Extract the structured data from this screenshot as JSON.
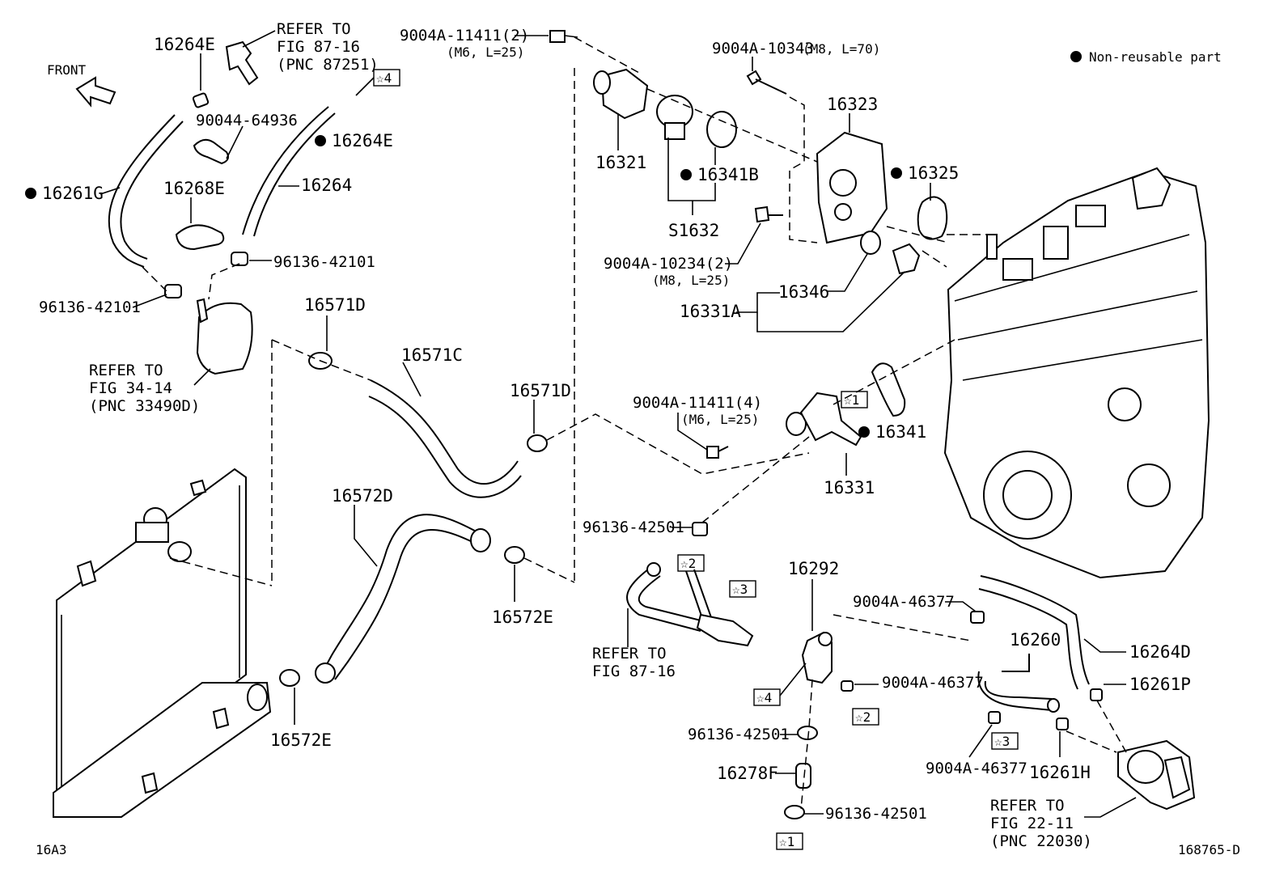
{
  "legend": {
    "bullet": "●",
    "text": "Non-reusable part"
  },
  "front_label": "FRONT",
  "diagram_code": "16A3",
  "figure_id": "168765-D",
  "labels": {
    "p16264E_top": "16264E",
    "refer_8716_top": [
      "REFER TO",
      "FIG 87-16",
      "(PNC 87251)"
    ],
    "p9004A_11411_2": "9004A-11411(2)",
    "p9004A_11411_2_spec": "(M6, L=25)",
    "p9004A_10343": "9004A-10343",
    "p9004A_10343_spec": "(M8, L=70)",
    "star4_top": "☆4",
    "p90044_64936": "90044-64936",
    "p16264E_2": "16264E",
    "p16261G": "16261G",
    "p16268E": "16268E",
    "p16264": "16264",
    "p96136_42101_a": "96136-42101",
    "p96136_42101_b": "96136-42101",
    "refer_3414": [
      "REFER TO",
      "FIG 34-14",
      "(PNC 33490D)"
    ],
    "p16321": "16321",
    "p16341B": "16341B",
    "pS1632": "S1632",
    "p16323": "16323",
    "p16325": "16325",
    "p9004A_10234_2": "9004A-10234(2)",
    "p9004A_10234_2_spec": "(M8, L=25)",
    "p16346": "16346",
    "p16331A": "16331A",
    "p16571D_a": "16571D",
    "p16571C": "16571C",
    "p16571D_b": "16571D",
    "p9004A_11411_4": "9004A-11411(4)",
    "p9004A_11411_4_spec": "(M6, L=25)",
    "star1_mid": "☆1",
    "p16341": "16341",
    "p16331": "16331",
    "p16572D": "16572D",
    "p96136_42501_a": "96136-42501",
    "star2_mid": "☆2",
    "star3_mid": "☆3",
    "p16572E_a": "16572E",
    "refer_8716_bottom": [
      "REFER TO",
      "FIG 87-16"
    ],
    "p16292": "16292",
    "p9004A_46377_a": "9004A-46377",
    "p16260": "16260",
    "p16264D": "16264D",
    "p9004A_46377_b": "9004A-46377",
    "p16261P": "16261P",
    "star4_bot": "☆4",
    "star2_bot": "☆2",
    "p96136_42501_b": "96136-42501",
    "star3_bot": "☆3",
    "p9004A_46377_c": "9004A-46377",
    "p16261H": "16261H",
    "p16278F": "16278F",
    "p96136_42501_c": "96136-42501",
    "star1_bot": "☆1",
    "p16572E_b": "16572E",
    "refer_2211": [
      "REFER TO",
      "FIG 22-11",
      "(PNC 22030)"
    ]
  }
}
